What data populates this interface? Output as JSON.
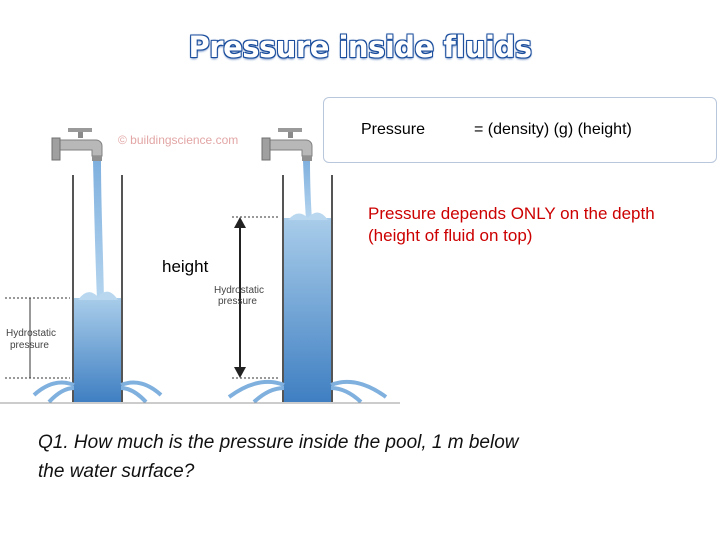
{
  "title": "Pressure inside fluids",
  "formula": {
    "lhs": "Pressure",
    "rhs": "=  (density) (g) (height)"
  },
  "note": "Pressure depends ONLY on the depth (height of fluid on top)",
  "height_label": "height",
  "question": "Q1. How much is the pressure inside the pool, 1 m below the water surface?",
  "illustration": {
    "watermark": "© buildingscience.com",
    "label_left_line1": "Hydrostatic",
    "label_left_line2": "pressure",
    "label_right_line1": "Hydrostatic",
    "label_right_line2": "pressure",
    "water_color": "#5b9bd5"
  }
}
